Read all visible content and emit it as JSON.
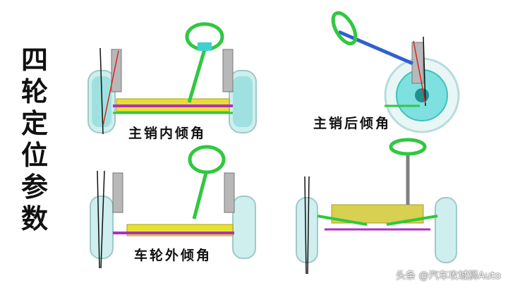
{
  "title_chars": [
    "四",
    "轮",
    "定",
    "位",
    "参",
    "数"
  ],
  "captions": {
    "kingpin_inclination": "主销内倾角",
    "caster": "主销后倾角",
    "camber": "车轮外倾角"
  },
  "watermark": "头条 @汽车攻城狮Auto",
  "colors": {
    "tire": "#cfeeee",
    "tire_edge": "#9fc9c9",
    "subframe": "#e8e030",
    "link": "#b030c0",
    "wheel_green": "#30c840",
    "hub": "#40d0d0",
    "spring": "#b8b8b8",
    "axis_line": "#111111",
    "red_line": "#e02020"
  }
}
